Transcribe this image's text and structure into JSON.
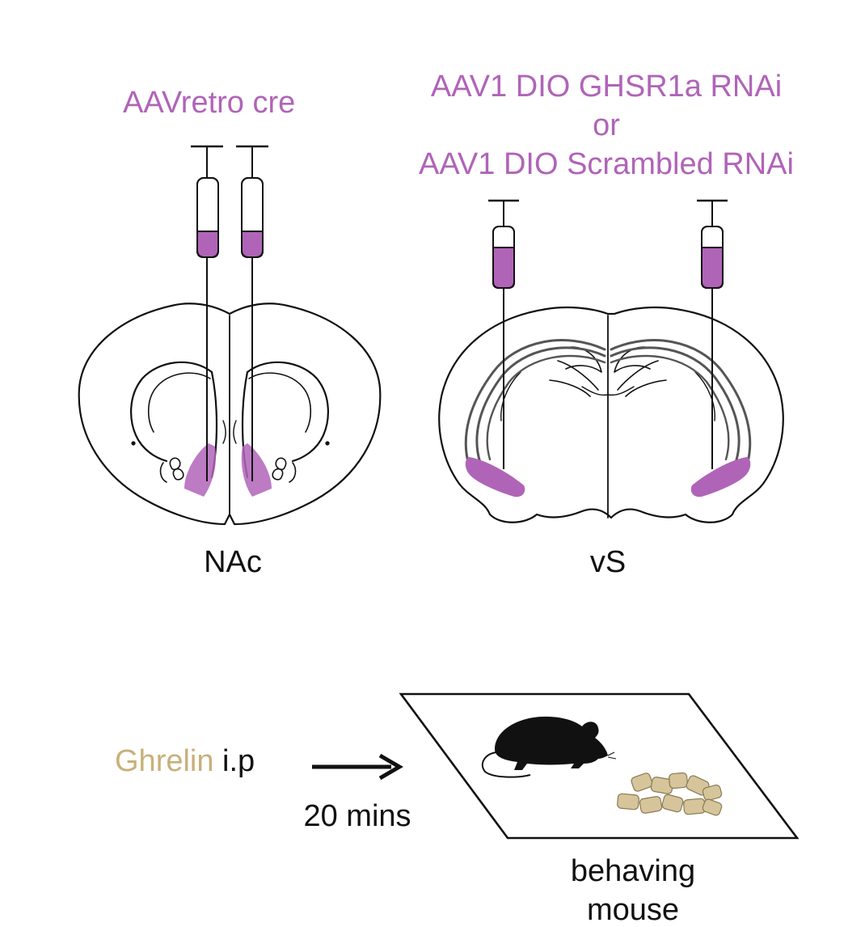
{
  "labels": {
    "nac_virus": "AAVretro cre",
    "vs_virus_line1": "AAV1 DIO GHSR1a RNAi",
    "vs_virus_line2": "or",
    "vs_virus_line3": "AAV1 DIO Scrambled RNAi",
    "nac_region": "NAc",
    "vs_region": "vS",
    "ghrelin": "Ghrelin",
    "ip": " i.p",
    "time": "20 mins",
    "behaving_line1": "behaving",
    "behaving_line2": "mouse"
  },
  "colors": {
    "virus": "#b064b8",
    "ghrelin": "#c8b07a",
    "outline": "#111111",
    "tract": "#555555",
    "food": "#d6c49a"
  },
  "icons": [
    "syringe-icon",
    "mouse-icon",
    "food-pellets-icon",
    "arrow-right-icon"
  ]
}
